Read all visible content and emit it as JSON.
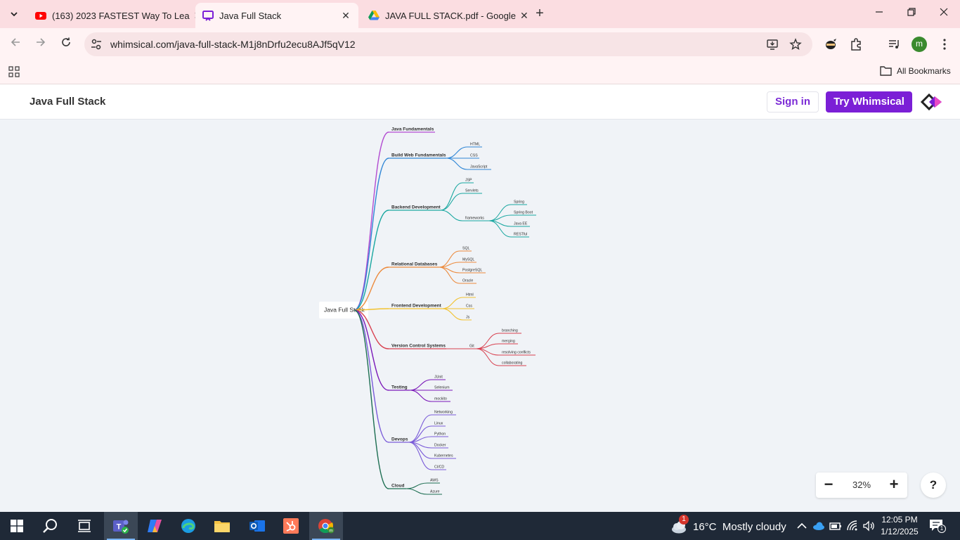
{
  "browser": {
    "tabs": [
      {
        "title": "(163) 2023 FASTEST Way To Lea",
        "icon": "youtube-icon",
        "active": false
      },
      {
        "title": "Java Full Stack",
        "icon": "whimsical-icon",
        "active": true
      },
      {
        "title": "JAVA FULL STACK.pdf - Google",
        "icon": "google-drive-icon",
        "active": false
      }
    ],
    "url": "whimsical.com/java-full-stack-M1j8nDrfu2ecu8AJf5qV12",
    "profile_initial": "m",
    "all_bookmarks_label": "All Bookmarks"
  },
  "app": {
    "doc_title": "Java Full Stack",
    "sign_in_label": "Sign in",
    "try_label": "Try Whimsical",
    "brand_color": "#7b1fd6"
  },
  "zoom": {
    "value": "32%",
    "minus_label": "−",
    "plus_label": "+",
    "help_label": "?"
  },
  "mindmap": {
    "root": "Java Full Stack",
    "branches": [
      {
        "label": "Java Fundamentals",
        "color": "#b24bd1",
        "children": []
      },
      {
        "label": "Build Web Fundamentals",
        "color": "#2f86d6",
        "children": [
          {
            "label": "HTML"
          },
          {
            "label": "CSS"
          },
          {
            "label": "JavaScript"
          }
        ]
      },
      {
        "label": "Backend Development",
        "color": "#19a7a0",
        "children": [
          {
            "label": "JSP"
          },
          {
            "label": "Servlets"
          },
          {
            "label": "frameworks",
            "children": [
              {
                "label": "Spring"
              },
              {
                "label": "Spring Boot"
              },
              {
                "label": "Java EE"
              },
              {
                "label": "RESTful"
              }
            ]
          }
        ]
      },
      {
        "label": "Relational Databases",
        "color": "#ec8a3c",
        "children": [
          {
            "label": "SQL"
          },
          {
            "label": "MySQL"
          },
          {
            "label": "PostgreSQL"
          },
          {
            "label": "Oracle"
          }
        ]
      },
      {
        "label": "Frontend Development",
        "color": "#f2c230",
        "children": [
          {
            "label": "Html"
          },
          {
            "label": "Css"
          },
          {
            "label": "Js"
          }
        ]
      },
      {
        "label": "Version Control Systems",
        "color": "#d8404f",
        "children": [
          {
            "label": "Git",
            "children": [
              {
                "label": "branching"
              },
              {
                "label": "merging"
              },
              {
                "label": "resolving conflicts"
              },
              {
                "label": "collaborating"
              }
            ]
          }
        ]
      },
      {
        "label": "Testing",
        "color": "#7a17b8",
        "children": [
          {
            "label": "JUnit"
          },
          {
            "label": "Selenium"
          },
          {
            "label": "mockito"
          }
        ]
      },
      {
        "label": "Devops",
        "color": "#7a5bd9",
        "children": [
          {
            "label": "Networking"
          },
          {
            "label": "Linux"
          },
          {
            "label": "Python"
          },
          {
            "label": "Docker"
          },
          {
            "label": "Kubernetes"
          },
          {
            "label": "CI/CD"
          }
        ]
      },
      {
        "label": "Cloud",
        "color": "#1d6e52",
        "children": [
          {
            "label": "AWS"
          },
          {
            "label": "Azure"
          }
        ]
      }
    ]
  },
  "taskbar": {
    "apps": [
      "windows-start-icon",
      "search-icon",
      "task-view-icon",
      "teams-icon",
      "copilot-icon",
      "edge-icon",
      "file-explorer-icon",
      "outlook-icon",
      "hubspot-icon",
      "chrome-icon"
    ],
    "weather": "16°C  Mostly cloudy",
    "weather_badge": "1",
    "time": "12:05 PM",
    "date": "1/12/2025",
    "notification_count": "1"
  }
}
